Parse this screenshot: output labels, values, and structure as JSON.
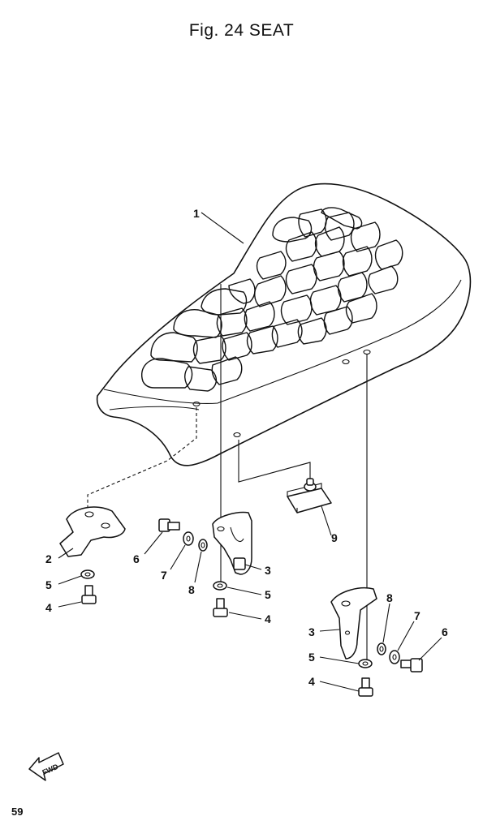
{
  "figure": {
    "title": "Fig. 24  SEAT"
  },
  "parts": [
    {
      "ref": "1",
      "name": "seat"
    },
    {
      "ref": "2",
      "name": "front bracket"
    },
    {
      "ref": "3",
      "name": "side bracket"
    },
    {
      "ref": "4",
      "name": "bolt"
    },
    {
      "ref": "5",
      "name": "washer"
    },
    {
      "ref": "6",
      "name": "bolt"
    },
    {
      "ref": "7",
      "name": "washer"
    },
    {
      "ref": "8",
      "name": "spring washer"
    },
    {
      "ref": "9",
      "name": "rubber damper"
    }
  ],
  "callouts": {
    "c1": "1",
    "c2": "2",
    "c3a": "3",
    "c3b": "3",
    "c4a": "4",
    "c4b": "4",
    "c4c": "4",
    "c5a": "5",
    "c5b": "5",
    "c5c": "5",
    "c6a": "6",
    "c6b": "6",
    "c7a": "7",
    "c7b": "7",
    "c8a": "8",
    "c8b": "8",
    "c9": "9"
  },
  "fwd_badge": {
    "text": "FWD"
  },
  "page_number": "59"
}
